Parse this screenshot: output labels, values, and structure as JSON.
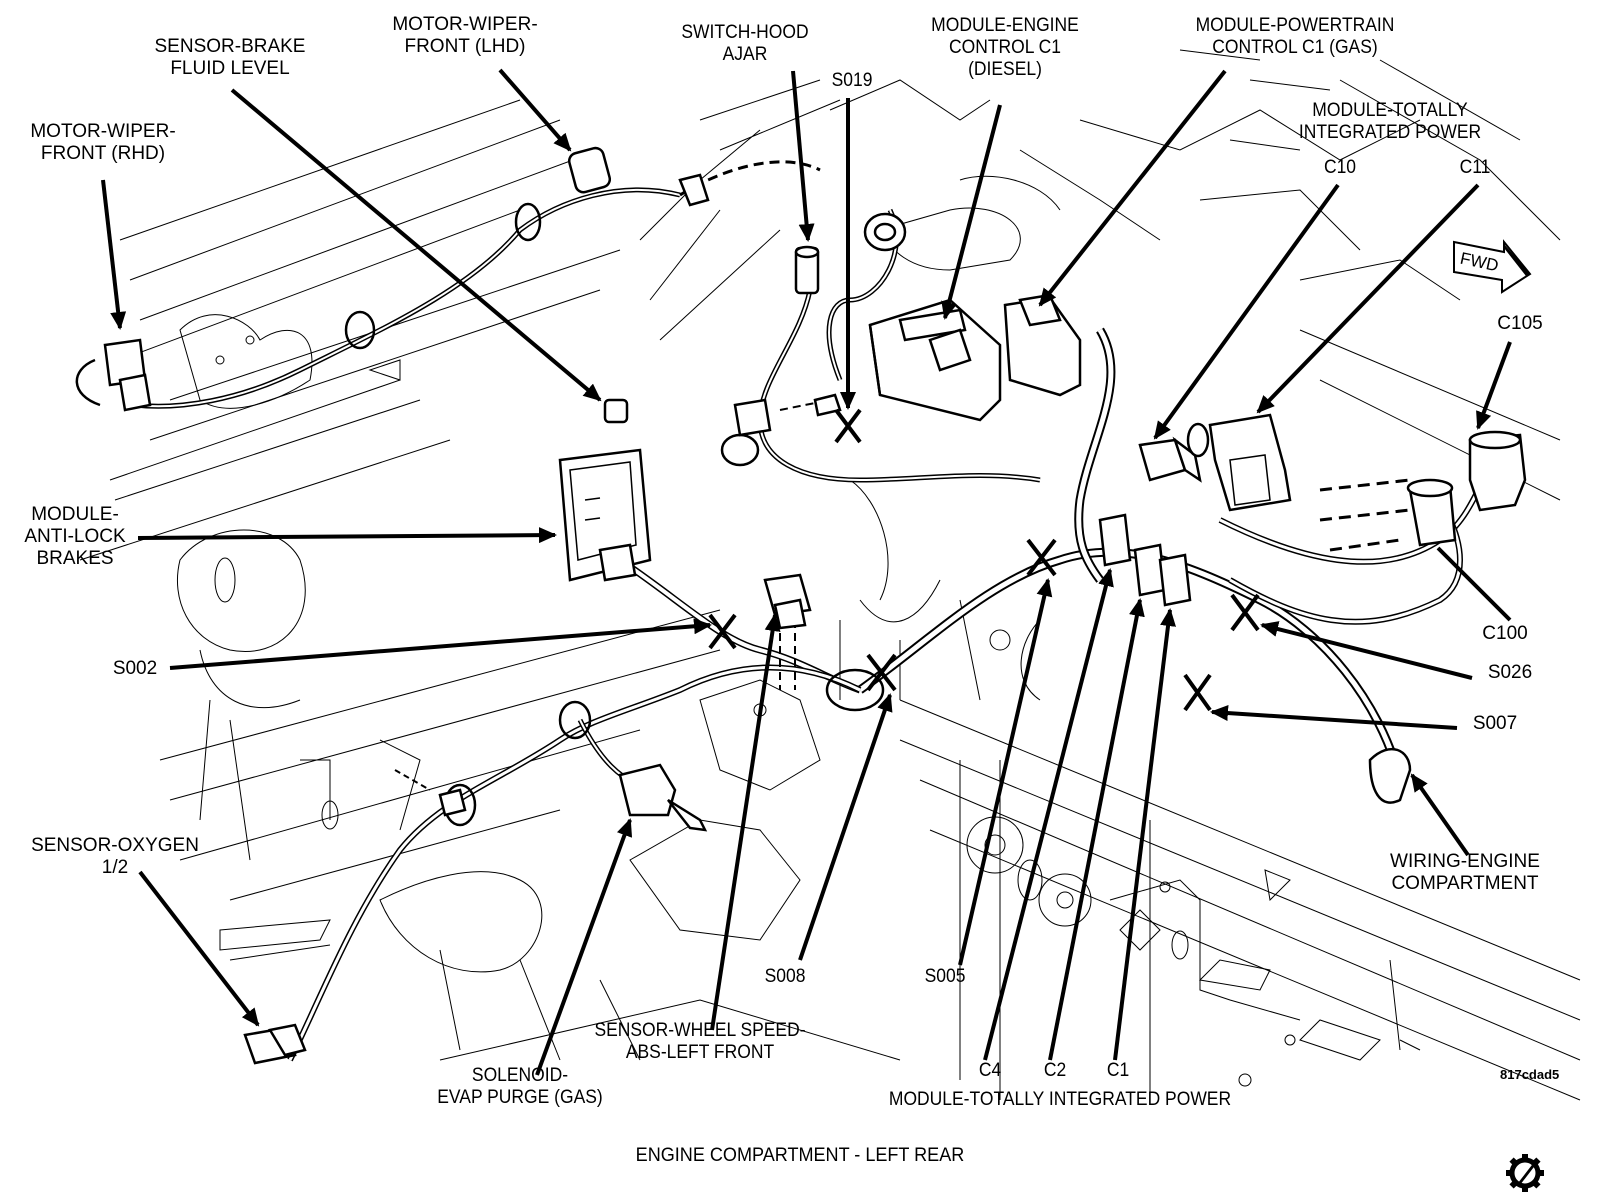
{
  "diagram": {
    "title": "ENGINE COMPARTMENT - LEFT REAR",
    "figure_code": "817cdad5",
    "direction_indicator": "FWD",
    "labels": {
      "motor_wiper_front_rhd": "MOTOR-WIPER-\nFRONT (RHD)",
      "sensor_brake_fluid_level": "SENSOR-BRAKE\nFLUID LEVEL",
      "motor_wiper_front_lhd": "MOTOR-WIPER-\nFRONT (LHD)",
      "switch_hood_ajar": "SWITCH-HOOD\nAJAR",
      "s019": "S019",
      "module_engine_control_c1_diesel": "MODULE-ENGINE\nCONTROL C1\n(DIESEL)",
      "module_powertrain_control_c1_gas": "MODULE-POWERTRAIN\nCONTROL C1 (GAS)",
      "module_totally_integrated_power_top": "MODULE-TOTALLY\nINTEGRATED POWER",
      "c10": "C10",
      "c11": "C11",
      "c105": "C105",
      "module_anti_lock_brakes": "MODULE-\nANTI-LOCK\nBRAKES",
      "s002": "S002",
      "c100": "C100",
      "s026": "S026",
      "s007": "S007",
      "wiring_engine_compartment": "WIRING-ENGINE\nCOMPARTMENT",
      "sensor_oxygen_1_2": "SENSOR-OXYGEN\n1/2",
      "s008": "S008",
      "s005": "S005",
      "sensor_wheel_speed_abs_left_front": "SENSOR-WHEEL SPEED-\nABS-LEFT FRONT",
      "solenoid_evap_purge_gas": "SOLENOID-\nEVAP PURGE (GAS)",
      "c4": "C4",
      "c2": "C2",
      "c1": "C1",
      "module_totally_integrated_power_bottom": "MODULE-TOTALLY INTEGRATED POWER"
    },
    "splice_markers": [
      "S019",
      "S002",
      "S008",
      "S005",
      "S026",
      "S007"
    ],
    "icons": [
      "forward-arrow-icon",
      "publisher-gear-logo-icon"
    ]
  }
}
